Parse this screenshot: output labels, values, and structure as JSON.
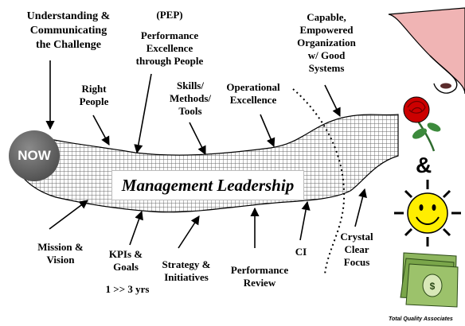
{
  "center": {
    "now": "NOW",
    "banner": "Management Leadership",
    "ampersand": "&"
  },
  "labels_top": {
    "challenge": "Understanding &\nCommunicating\nthe Challenge",
    "pep_abbrev": "(PEP)",
    "pep": "Performance\nExcellence\nthrough People",
    "right_people": "Right\nPeople",
    "skills": "Skills/\nMethods/\nTools",
    "operational": "Operational\nExcellence",
    "capable": "Capable,\nEmpowered\nOrganization\nw/ Good\nSystems"
  },
  "labels_bottom": {
    "mission": "Mission &\nVision",
    "kpis": "KPIs &\nGoals",
    "horizon": "1 >> 3 yrs",
    "strategy": "Strategy &\nInitiatives",
    "review": "Performance\nReview",
    "ci": "CI",
    "crystal": "Crystal\nClear\nFocus"
  },
  "credit": "Total Quality Associates",
  "icons": [
    "nose-icon",
    "rose-icon",
    "smiley-sun-icon",
    "money-icon"
  ],
  "colors": {
    "grid": "#555555",
    "now_circle": "#555555",
    "rose": "#cc0000",
    "sun": "#ffee00",
    "money": "#7aa64a"
  }
}
